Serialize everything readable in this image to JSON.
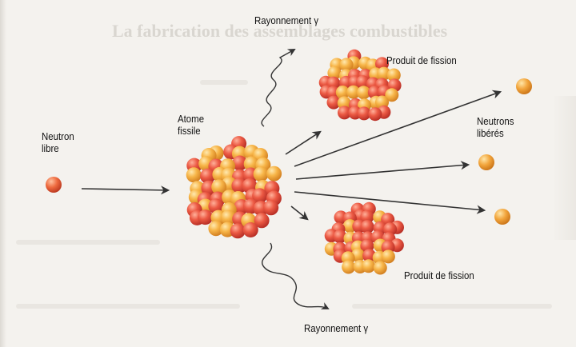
{
  "background_text": {
    "heading": "La fabrication des assemblages combustibles"
  },
  "labels": {
    "free_neutron": [
      "Neutron",
      "libre"
    ],
    "fissile_atom": [
      "Atome",
      "fissile"
    ],
    "gamma_top": "Rayonnement γ",
    "gamma_bottom": "Rayonnement γ",
    "fission_product_top": "Produit de fission",
    "fission_product_bottom": "Produit de fission",
    "released_neutrons": [
      "Neutrons",
      "libérés"
    ]
  },
  "colors": {
    "nucleon_red": "#e8463a",
    "nucleon_orange": "#f7a53a",
    "arrow": "#3a3a3a",
    "background": "#f4f2ee"
  }
}
